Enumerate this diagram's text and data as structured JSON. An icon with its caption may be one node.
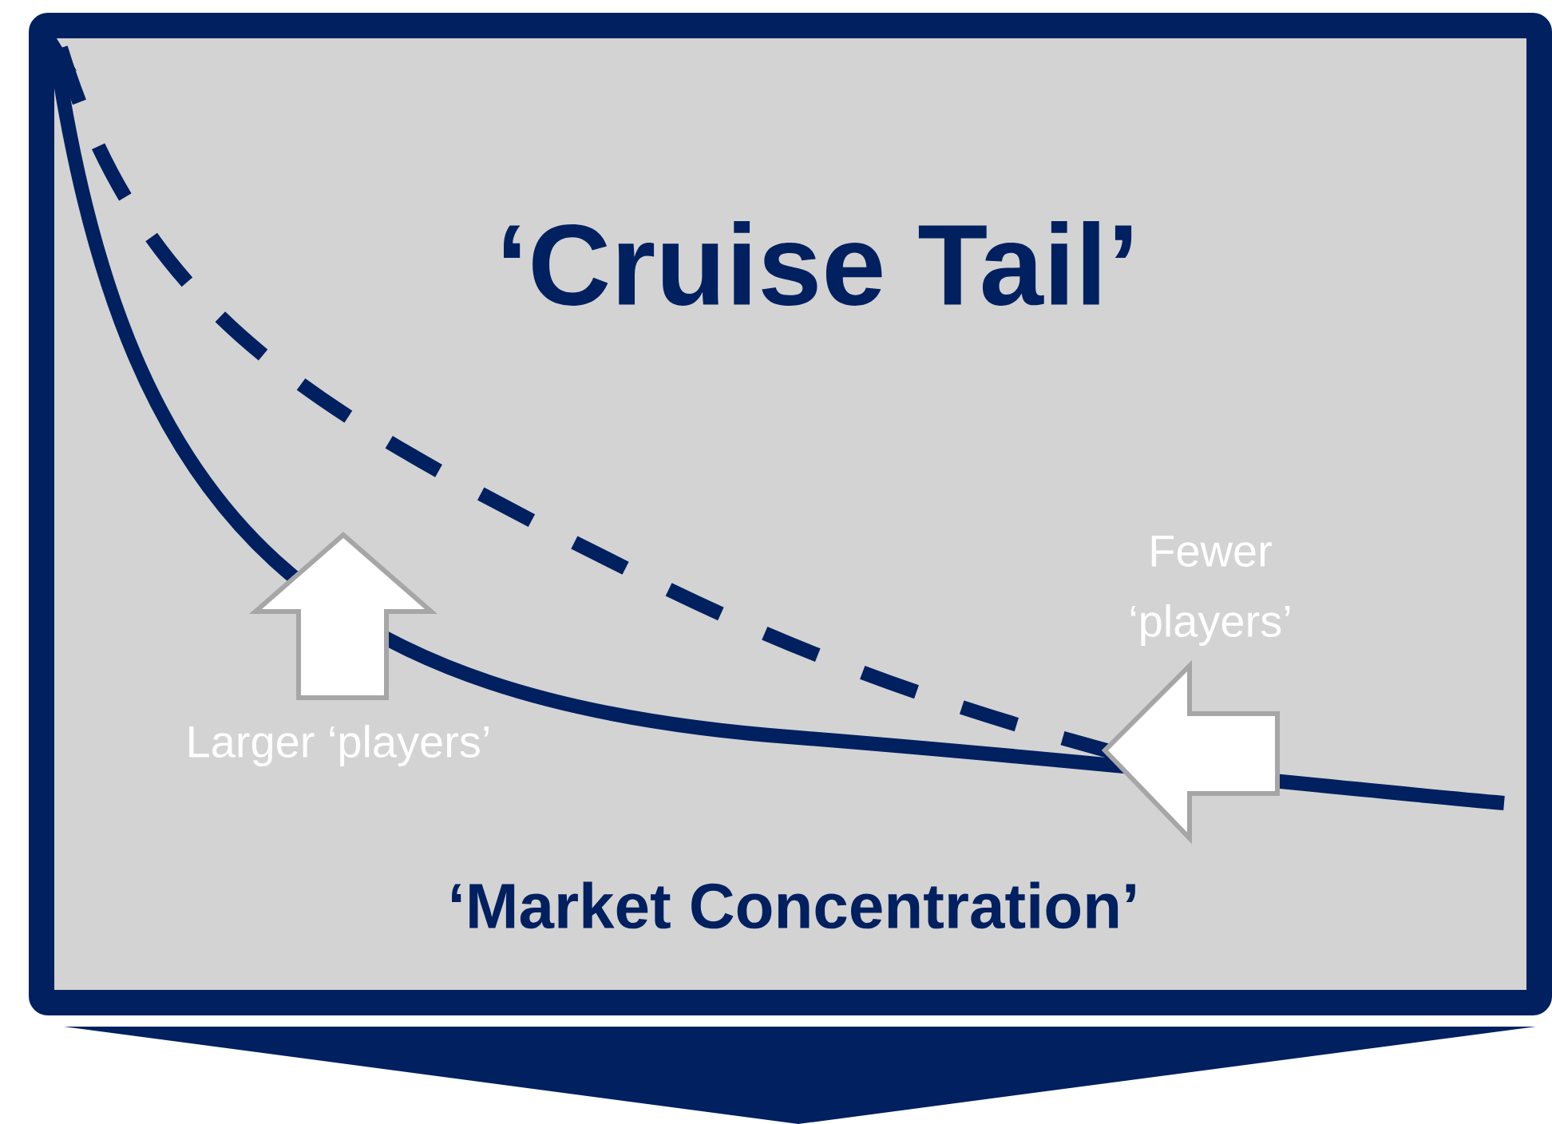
{
  "diagram": {
    "title": "‘Cruise Tail’",
    "labels": [
      "Fewer ‘players’",
      "Larger ‘players’",
      "‘Market Concentration’"
    ]
  }
}
